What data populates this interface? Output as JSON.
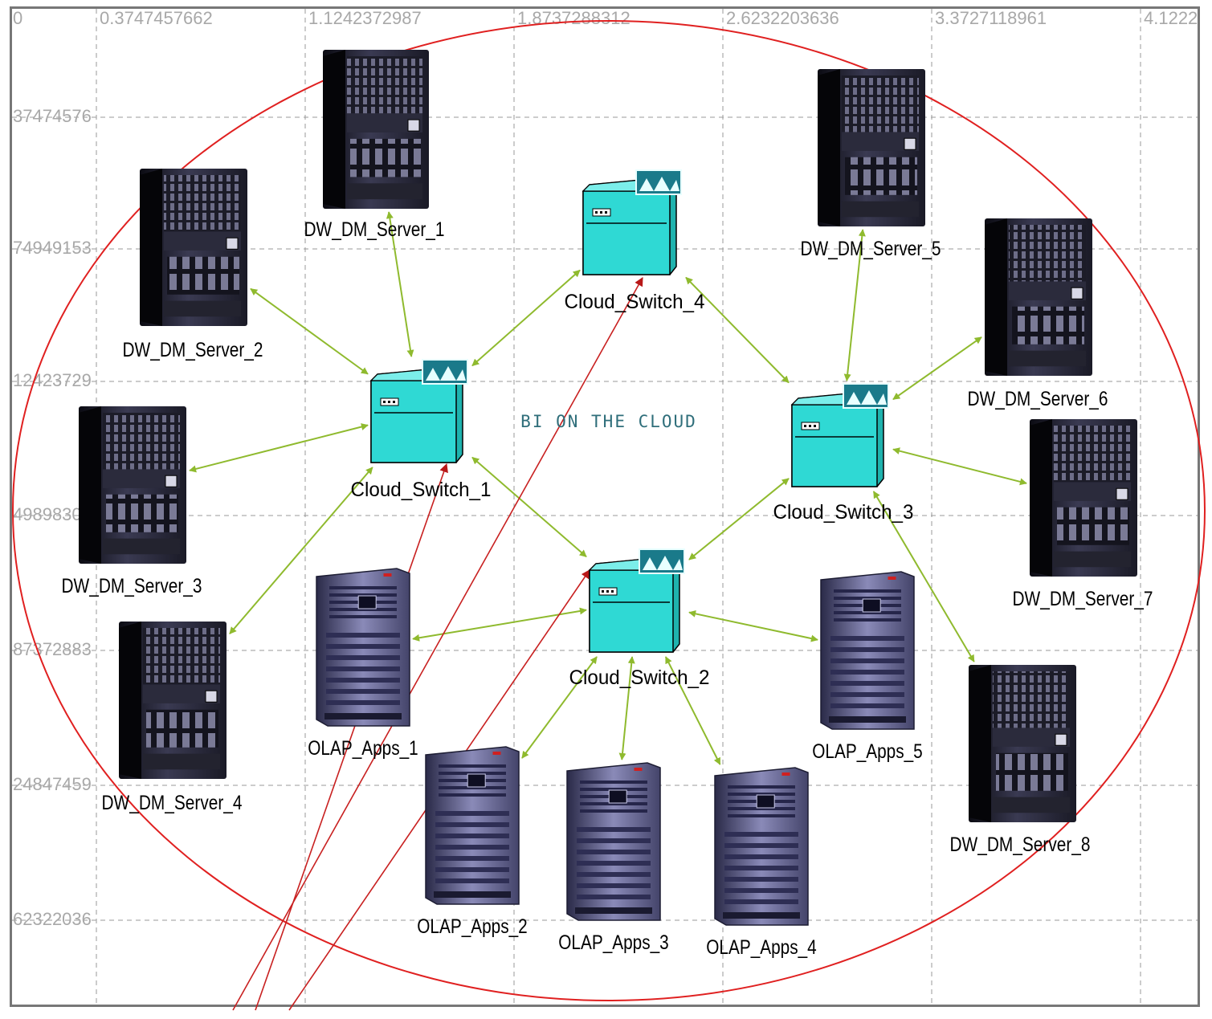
{
  "diagram": {
    "title": "BI ON THE CLOUD",
    "x_ticks": [
      "0",
      "0.3747457662",
      "1.1242372987",
      "1.8737288312",
      "2.6232203636",
      "3.3727118961",
      "4.1222"
    ],
    "y_ticks": [
      "37474576",
      "74949153",
      "12423729",
      "4989830",
      "87372883",
      "24847459",
      "62322036"
    ],
    "colors": {
      "link": "#8fba2e",
      "arrow_head": "#8fba2e",
      "boundary": "#e02020",
      "external_link": "#c82020",
      "switch_face": "#2fd9d4",
      "grid": "#9a9a9a"
    },
    "nodes": [
      {
        "id": "DW_DM_Server_1",
        "label": "DW_DM_Server_1",
        "kind": "data-server",
        "icon": "tower-server-icon"
      },
      {
        "id": "DW_DM_Server_2",
        "label": "DW_DM_Server_2",
        "kind": "data-server",
        "icon": "tower-server-icon"
      },
      {
        "id": "DW_DM_Server_3",
        "label": "DW_DM_Server_3",
        "kind": "data-server",
        "icon": "tower-server-icon"
      },
      {
        "id": "DW_DM_Server_4",
        "label": "DW_DM_Server_4",
        "kind": "data-server",
        "icon": "tower-server-icon"
      },
      {
        "id": "DW_DM_Server_5",
        "label": "DW_DM_Server_5",
        "kind": "data-server",
        "icon": "tower-server-icon"
      },
      {
        "id": "DW_DM_Server_6",
        "label": "DW_DM_Server_6",
        "kind": "data-server",
        "icon": "tower-server-icon"
      },
      {
        "id": "DW_DM_Server_7",
        "label": "DW_DM_Server_7",
        "kind": "data-server",
        "icon": "tower-server-icon"
      },
      {
        "id": "DW_DM_Server_8",
        "label": "DW_DM_Server_8",
        "kind": "data-server",
        "icon": "tower-server-icon"
      },
      {
        "id": "Cloud_Switch_1",
        "label": "Cloud_Switch_1",
        "kind": "switch",
        "icon": "cloud-switch-icon"
      },
      {
        "id": "Cloud_Switch_2",
        "label": "Cloud_Switch_2",
        "kind": "switch",
        "icon": "cloud-switch-icon"
      },
      {
        "id": "Cloud_Switch_3",
        "label": "Cloud_Switch_3",
        "kind": "switch",
        "icon": "cloud-switch-icon"
      },
      {
        "id": "Cloud_Switch_4",
        "label": "Cloud_Switch_4",
        "kind": "switch",
        "icon": "cloud-switch-icon"
      },
      {
        "id": "OLAP_Apps_1",
        "label": "OLAP_Apps_1",
        "kind": "app-server",
        "icon": "olap-server-icon"
      },
      {
        "id": "OLAP_Apps_2",
        "label": "OLAP_Apps_2",
        "kind": "app-server",
        "icon": "olap-server-icon"
      },
      {
        "id": "OLAP_Apps_3",
        "label": "OLAP_Apps_3",
        "kind": "app-server",
        "icon": "olap-server-icon"
      },
      {
        "id": "OLAP_Apps_4",
        "label": "OLAP_Apps_4",
        "kind": "app-server",
        "icon": "olap-server-icon"
      },
      {
        "id": "OLAP_Apps_5",
        "label": "OLAP_Apps_5",
        "kind": "app-server",
        "icon": "olap-server-icon"
      }
    ],
    "edges": [
      {
        "from": "DW_DM_Server_1",
        "to": "Cloud_Switch_1"
      },
      {
        "from": "DW_DM_Server_2",
        "to": "Cloud_Switch_1"
      },
      {
        "from": "DW_DM_Server_3",
        "to": "Cloud_Switch_1"
      },
      {
        "from": "DW_DM_Server_4",
        "to": "Cloud_Switch_1"
      },
      {
        "from": "Cloud_Switch_1",
        "to": "Cloud_Switch_4"
      },
      {
        "from": "Cloud_Switch_1",
        "to": "Cloud_Switch_2"
      },
      {
        "from": "Cloud_Switch_4",
        "to": "Cloud_Switch_3"
      },
      {
        "from": "Cloud_Switch_3",
        "to": "Cloud_Switch_2"
      },
      {
        "from": "DW_DM_Server_5",
        "to": "Cloud_Switch_3"
      },
      {
        "from": "DW_DM_Server_6",
        "to": "Cloud_Switch_3"
      },
      {
        "from": "DW_DM_Server_7",
        "to": "Cloud_Switch_3"
      },
      {
        "from": "DW_DM_Server_8",
        "to": "Cloud_Switch_3"
      },
      {
        "from": "OLAP_Apps_1",
        "to": "Cloud_Switch_2"
      },
      {
        "from": "OLAP_Apps_2",
        "to": "Cloud_Switch_2"
      },
      {
        "from": "OLAP_Apps_3",
        "to": "Cloud_Switch_2"
      },
      {
        "from": "OLAP_Apps_4",
        "to": "Cloud_Switch_2"
      },
      {
        "from": "OLAP_Apps_5",
        "to": "Cloud_Switch_2"
      }
    ],
    "external_links": [
      "Cloud_Switch_4",
      "Cloud_Switch_1",
      "Cloud_Switch_2"
    ]
  }
}
